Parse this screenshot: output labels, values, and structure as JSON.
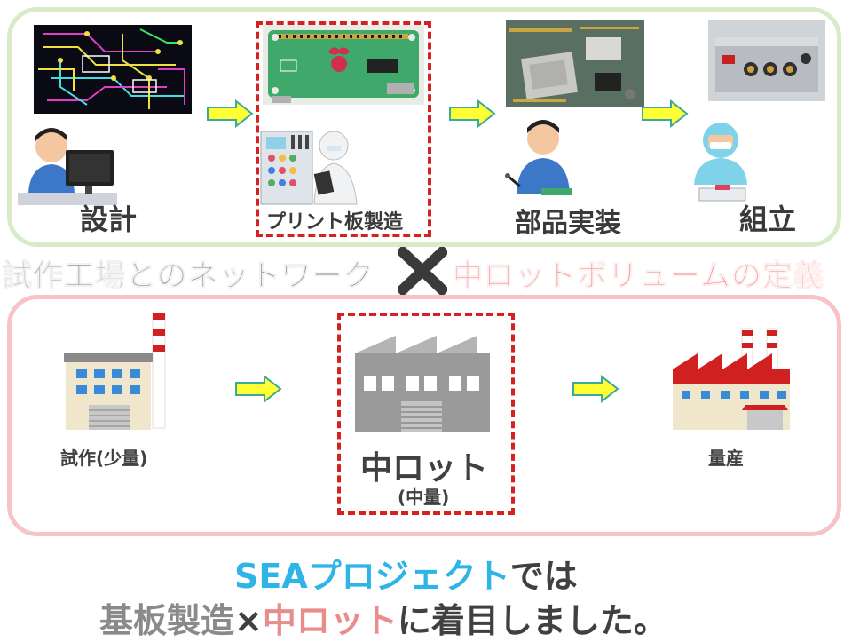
{
  "top_process": {
    "steps": [
      {
        "label": "設計",
        "image": "pcb-layout-image",
        "person": "engineer-at-computer-icon"
      },
      {
        "label": "プリント板製造",
        "image": "raspberry-pi-board-image",
        "person": "factory-worker-at-panel-icon"
      },
      {
        "label": "部品実装",
        "image": "component-mounting-image",
        "person": "soldering-worker-icon"
      },
      {
        "label": "組立",
        "image": "assembled-device-image",
        "person": "cleanroom-worker-icon"
      }
    ]
  },
  "middle_title": {
    "left": "試作工場とのネットワーク",
    "cross": "✕",
    "right": "中ロットボリュームの定義"
  },
  "bottom_process": {
    "factories": [
      {
        "label": "試作(少量)",
        "icon": "small-factory-icon"
      },
      {
        "label": "中ロット",
        "sublabel": "(中量)",
        "icon": "medium-factory-icon"
      },
      {
        "label": "量産",
        "icon": "large-factory-icon"
      }
    ]
  },
  "conclusion": {
    "line1_highlight": "SEAプロジェクト",
    "line1_rest": "では",
    "line2_a": "基板製造",
    "line2_x": "×",
    "line2_b": "中ロット",
    "line2_rest": "に着目しました。"
  },
  "colors": {
    "top_border": "#d8ebc8",
    "bottom_border": "#f6c4c4",
    "dash_red": "#d92020",
    "arrow_yellow": "#ffff33",
    "arrow_teal": "#3aa9a0",
    "cyan": "#2fb4e8",
    "pink": "#e98c8c"
  }
}
